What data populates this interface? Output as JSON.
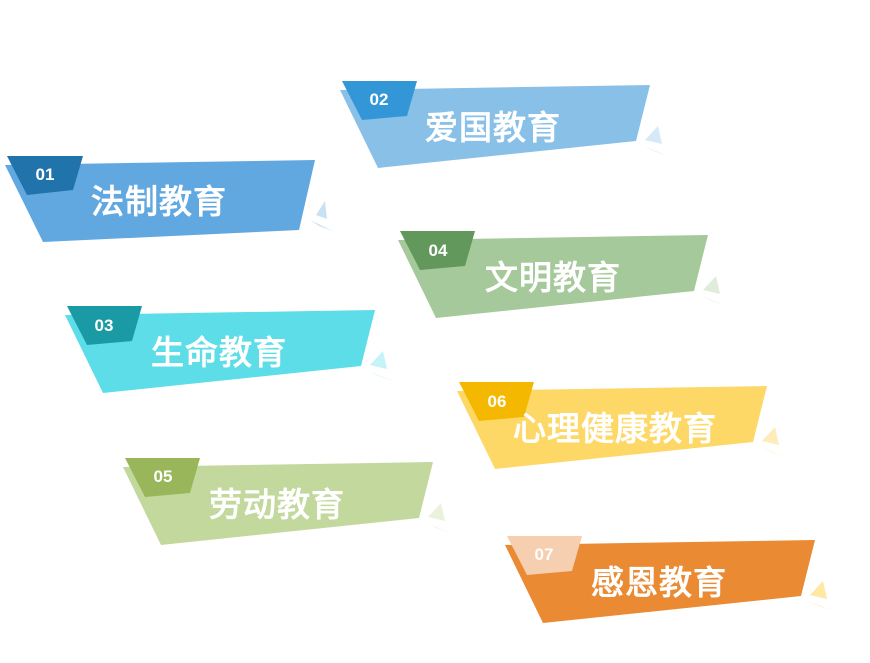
{
  "items": [
    {
      "num": "01",
      "label": "法制教育",
      "color": "#62a8e0",
      "tab": "#2173ab"
    },
    {
      "num": "02",
      "label": "爱国教育",
      "color": "#89c0e8",
      "tab": "#3396d6"
    },
    {
      "num": "03",
      "label": "生命教育",
      "color": "#5cdde8",
      "tab": "#1a9aa4"
    },
    {
      "num": "04",
      "label": "文明教育",
      "color": "#a5c99a",
      "tab": "#62985b"
    },
    {
      "num": "05",
      "label": "劳动教育",
      "color": "#c3d89d",
      "tab": "#99b65a"
    },
    {
      "num": "06",
      "label": "心理健康教育",
      "color": "#fdd866",
      "tab": "#f5b800"
    },
    {
      "num": "07",
      "label": "感恩教育",
      "color": "#ea8a33",
      "tab": "#f6ceb0"
    }
  ]
}
